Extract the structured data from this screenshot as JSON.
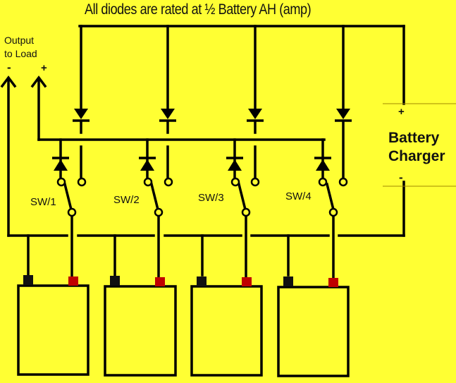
{
  "title": "All diodes are rated at ½ Battery AH (amp)",
  "output": {
    "label_line1": "Output",
    "label_line2": "to Load",
    "negative_sign": "-",
    "positive_sign": "+"
  },
  "charger": {
    "label_line1": "Battery",
    "label_line2": "Charger",
    "positive_sign": "+",
    "negative_sign": "-"
  },
  "switches": [
    {
      "label": "SW/1"
    },
    {
      "label": "SW/2"
    },
    {
      "label": "SW/3"
    },
    {
      "label": "SW/4"
    }
  ],
  "batteries": [
    {
      "id": "battery-1"
    },
    {
      "id": "battery-2"
    },
    {
      "id": "battery-3"
    },
    {
      "id": "battery-4"
    }
  ],
  "colors": {
    "background": "#ffff33",
    "wire": "#000000",
    "positive_terminal": "#c00000",
    "negative_terminal": "#111111"
  }
}
